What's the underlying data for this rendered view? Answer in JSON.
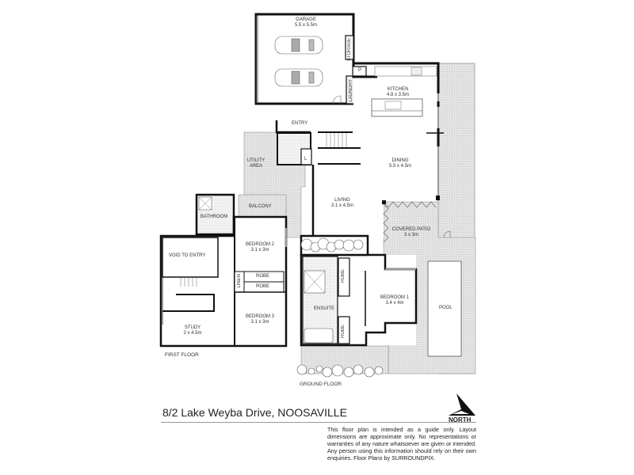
{
  "title": "8/2 Lake Weyba Drive, NOOSAVILLE",
  "north_label": "NORTH",
  "disclaimer": "This floor plan is intended as a guide only. Layout dimensions are approximate only. No representations or warranties of any nature whatsoever are given or intended. Any person using this information should rely on their own enquiries. Floor Plans by  SURROUNDPIX.",
  "floors": {
    "ground": {
      "label": "GROUND FLOOR",
      "rooms": {
        "garage": {
          "name": "GARAGE",
          "dim": "5.5 x 5.5m"
        },
        "storage": {
          "name": "STORAGE"
        },
        "pantry": {
          "name": "P"
        },
        "laundry": {
          "name": "LAUNDRY"
        },
        "kitchen": {
          "name": "KITCHEN",
          "dim": "4.8 x 3.5m"
        },
        "entry": {
          "name": "ENTRY"
        },
        "utility": {
          "name": "UTILITY AREA"
        },
        "linen": {
          "name": "L"
        },
        "dining": {
          "name": "DINING",
          "dim": "5.5 x 4.5m"
        },
        "living": {
          "name": "LIVING",
          "dim": "3.1 x 4.5m"
        },
        "patio": {
          "name": "COVERED PATIO",
          "dim": "3 x 3m"
        },
        "ensuite": {
          "name": "ENSUITE"
        },
        "robe1": {
          "name": "ROBE"
        },
        "robe2": {
          "name": "ROBE"
        },
        "bedroom1": {
          "name": "BEDROOM 1",
          "dim": "3.4 x 4m"
        },
        "pool": {
          "name": "POOL"
        }
      }
    },
    "first": {
      "label": "FIRST FLOOR",
      "rooms": {
        "bathroom": {
          "name": "BATHROOM"
        },
        "balcony": {
          "name": "BALCONY"
        },
        "void": {
          "name": "VOID TO ENTRY"
        },
        "bedroom2": {
          "name": "BEDROOM 2",
          "dim": "3.1 x 3m"
        },
        "robe_a": {
          "name": "ROBE"
        },
        "robe_b": {
          "name": "ROBE"
        },
        "linen": {
          "name": "LINEN"
        },
        "bedroom3": {
          "name": "BEDROOM 3",
          "dim": "3.1 x 3m"
        },
        "study": {
          "name": "STUDY",
          "dim": "2 x 4.5m"
        }
      }
    }
  }
}
